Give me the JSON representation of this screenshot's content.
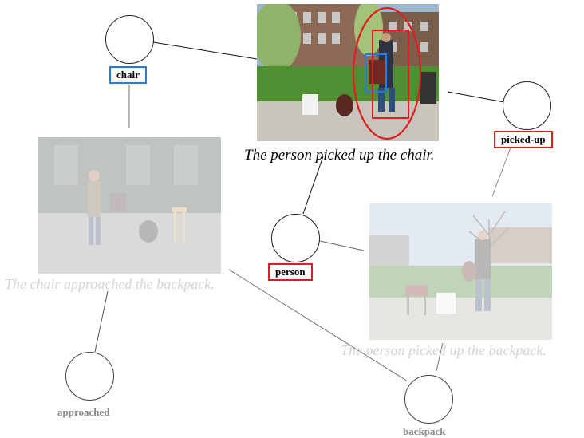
{
  "captions": {
    "main": "The person picked up the chair.",
    "left": "The chair approached the backpack.",
    "right": "The person picked up the backpack."
  },
  "nodes": {
    "chair": "chair",
    "picked_up": "picked-up",
    "person": "person",
    "approached": "approached",
    "backpack": "backpack"
  },
  "colors": {
    "chair_box": "#1f7fe0",
    "red_box": "#e01c1c",
    "faded_text": "#8a8a8a"
  }
}
